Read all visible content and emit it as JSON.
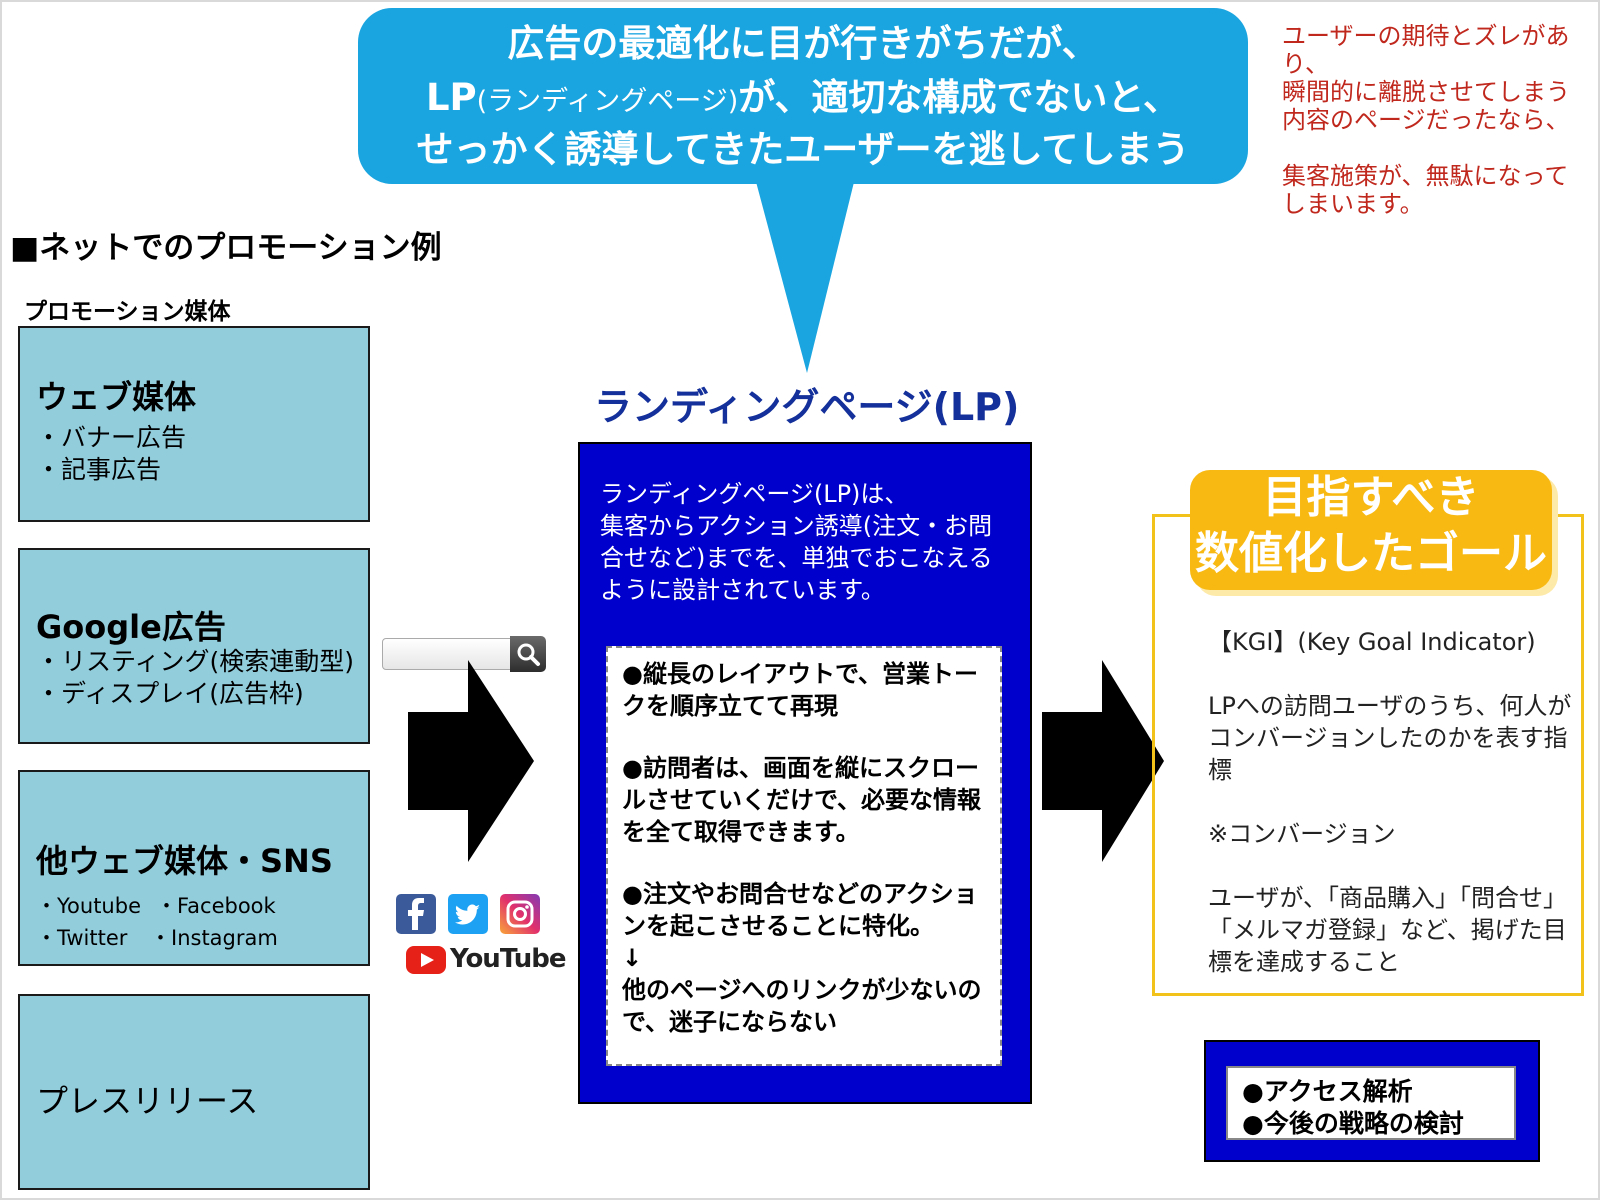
{
  "callout": {
    "line1": "広告の最適化に目が行きがちだが、",
    "line2_lp": "LP",
    "line2_paren": "(ランディングページ)",
    "line2_rest": "が、適切な構成でないと、",
    "line3": "せっかく誘導してきたユーザーを逃してしまう"
  },
  "note_red": "ユーザーの期待とズレがあり、\n瞬間的に離脱させてしまう内容のページだったなら、\n\n集客施策が、無駄になってしまいます。",
  "heading": "■ネットでのプロモーション例",
  "media_label": "プロモーション媒体",
  "media": [
    {
      "title": "ウェブ媒体",
      "items": [
        "・バナー広告",
        "・記事広告"
      ]
    },
    {
      "title": "Google広告",
      "items": [
        "・リスティング(検索連動型)",
        "・ディスプレイ(広告枠)"
      ]
    },
    {
      "title": "他ウェブ媒体・SNS",
      "items": [
        "・Youtube",
        "・Facebook",
        "・Twitter",
        "・Instagram"
      ]
    },
    {
      "title": "プレスリリース",
      "items": []
    }
  ],
  "youtube_label": "YouTube",
  "lp": {
    "title": "ランディングページ(LP)",
    "description": "ランディングページ(LP)は、\n集客からアクション誘導(注文・お問合せなど)までを、単独でおこなえるように設計されています。",
    "points": [
      "●縦長のレイアウトで、営業トークを順序立てて再現",
      "●訪問者は、画面を縦にスクロールさせていくだけで、必要な情報を全て取得できます。",
      "●注文やお問合せなどのアクションを起こさせることに特化。\n↓\n他のページへのリンクが少ないので、迷子にならない"
    ]
  },
  "goal": {
    "title_line1": "目指すべき",
    "title_line2": "数値化したゴール",
    "text": "【KGI】(Key Goal Indicator)\n\nLPへの訪問ユーザのうち、何人がコンバージョンしたのかを表す指標\n\n※コンバージョン\n\nユーザが、「商品購入」「問合せ」「メルマガ登録」など、掲げた目標を達成すること"
  },
  "analysis": [
    "●アクセス解析",
    "●今後の戦略の検討"
  ],
  "colors": {
    "callout": "#1aa5e0",
    "media_box": "#92cddc",
    "lp_box": "#0000cc",
    "goal": "#f8b912",
    "note_red": "#c0281e",
    "lp_title": "#14309a"
  }
}
